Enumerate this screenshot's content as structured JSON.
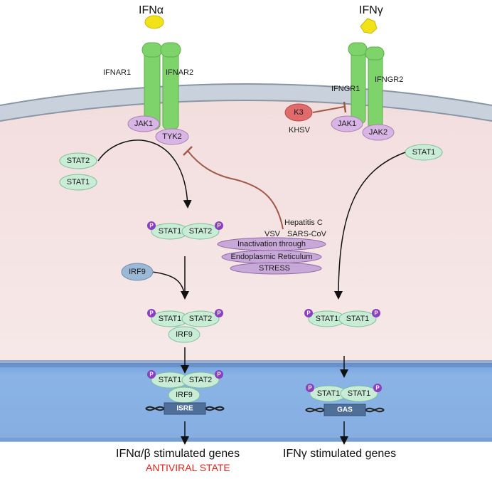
{
  "ligands": {
    "ifna": "IFNα",
    "ifng": "IFNγ"
  },
  "receptors": {
    "ifnar1": "IFNAR1",
    "ifnar2": "IFNAR2",
    "ifngr1": "IFNGR1",
    "ifngr2": "IFNGR2"
  },
  "kinases": {
    "jak1": "JAK1",
    "tyk2": "TYK2",
    "jak2": "JAK2"
  },
  "inhibitors": {
    "k3": "K3",
    "khsv": "KHSV"
  },
  "stats": {
    "stat1": "STAT1",
    "stat2": "STAT2",
    "irf9": "IRF9",
    "p": "P"
  },
  "viruses": {
    "hepc": "Hepatitis C",
    "vsv": "VSV",
    "sars": "SARS-CoV"
  },
  "er": {
    "line1": "Inactivation through",
    "line2": "Endoplasmic Reticulum",
    "line3": "STRESS"
  },
  "promoters": {
    "isre": "ISRE",
    "gas": "GAS"
  },
  "outputs": {
    "left": "IFNα/β stimulated genes",
    "right": "IFNγ stimulated genes",
    "antiviral": "ANTIVIRAL STATE"
  },
  "colors": {
    "receptor": "#7ed36a",
    "jak": "#d8b5e4",
    "stat": "#c9ecd6",
    "irf9_free": "#9bb9d6",
    "p_badge": "#8b3fbf",
    "k3": "#e06b6b",
    "cytoplasm": "#f5e3e3",
    "nucleus": "#8ab3e6",
    "inhibit_line": "#a05a48",
    "antiviral": "#e0231d"
  }
}
